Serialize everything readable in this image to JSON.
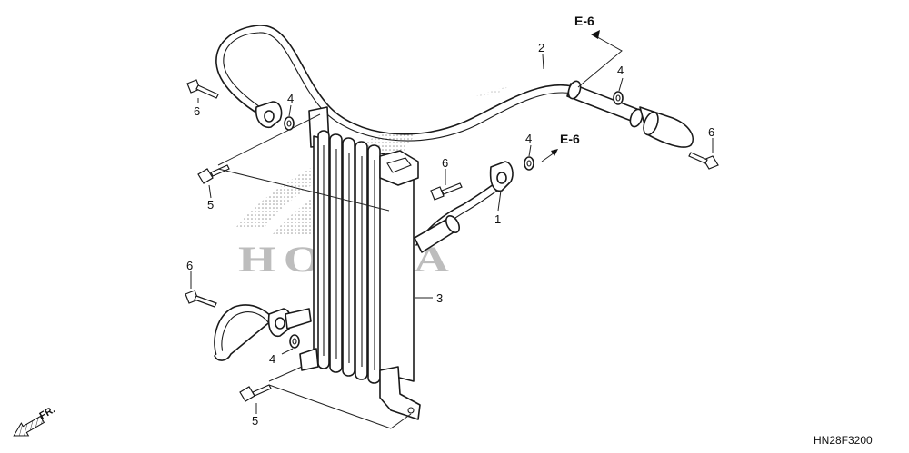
{
  "diagram": {
    "callouts": {
      "c1": "1",
      "c2": "2",
      "c3": "3",
      "c4a": "4",
      "c4b": "4",
      "c4c": "4",
      "c4d": "4",
      "c5a": "5",
      "c5b": "5",
      "c6a": "6",
      "c6b": "6",
      "c6c": "6",
      "c6d": "6"
    },
    "references": {
      "top": "E-6",
      "right": "E-6"
    },
    "front_marker": "FR.",
    "watermark": "HONDA",
    "drawing_code": "HN28F3200"
  }
}
